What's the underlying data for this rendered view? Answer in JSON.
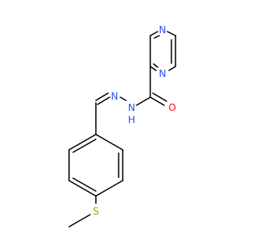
{
  "colors": {
    "bond": "#000000",
    "nitrogen": "#3050F8",
    "oxygen": "#FF0D0D",
    "sulfur": "#B8A000",
    "hydrogen": "#808080"
  },
  "atoms": {
    "pyrazine_n1": "N",
    "pyrazine_n4": "N",
    "carbonyl_o": "O",
    "amide_nh_n": "N",
    "amide_nh_h": "H",
    "imine_n": "N",
    "thioether_s": "S"
  }
}
